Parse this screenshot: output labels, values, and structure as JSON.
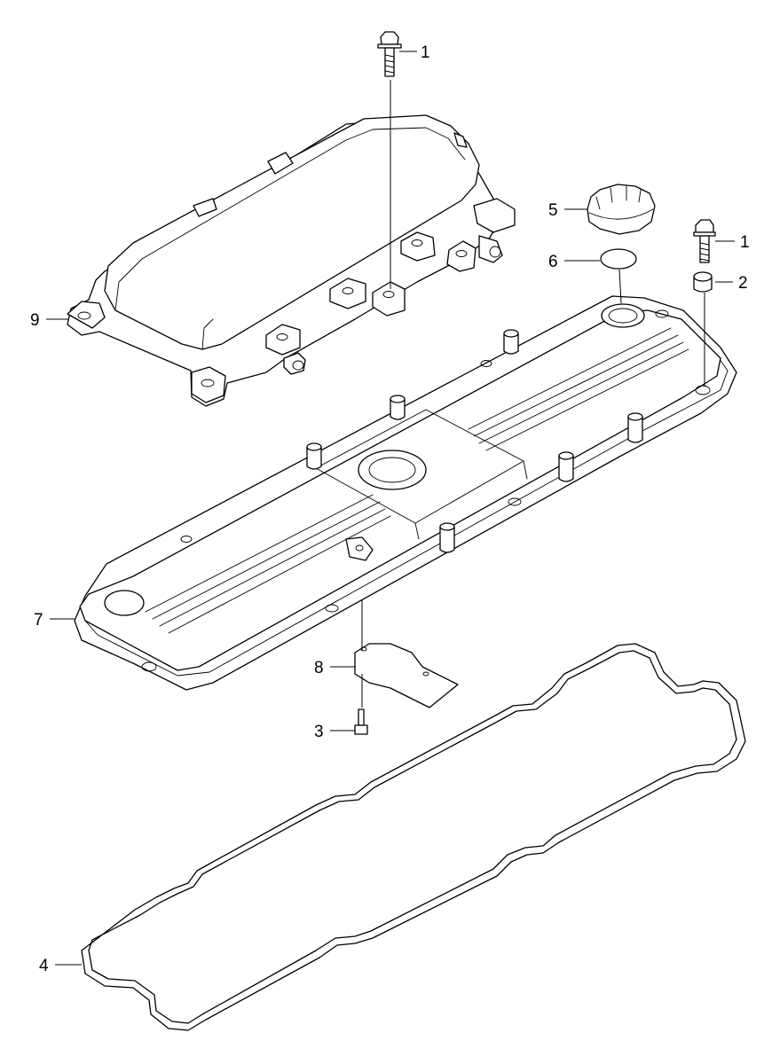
{
  "callouts": [
    {
      "id": "c1a",
      "label": "1"
    },
    {
      "id": "c1b",
      "label": "1"
    },
    {
      "id": "c2",
      "label": "2"
    },
    {
      "id": "c3",
      "label": "3"
    },
    {
      "id": "c4",
      "label": "4"
    },
    {
      "id": "c5",
      "label": "5"
    },
    {
      "id": "c6",
      "label": "6"
    },
    {
      "id": "c7",
      "label": "7"
    },
    {
      "id": "c8",
      "label": "8"
    },
    {
      "id": "c9",
      "label": "9"
    }
  ]
}
